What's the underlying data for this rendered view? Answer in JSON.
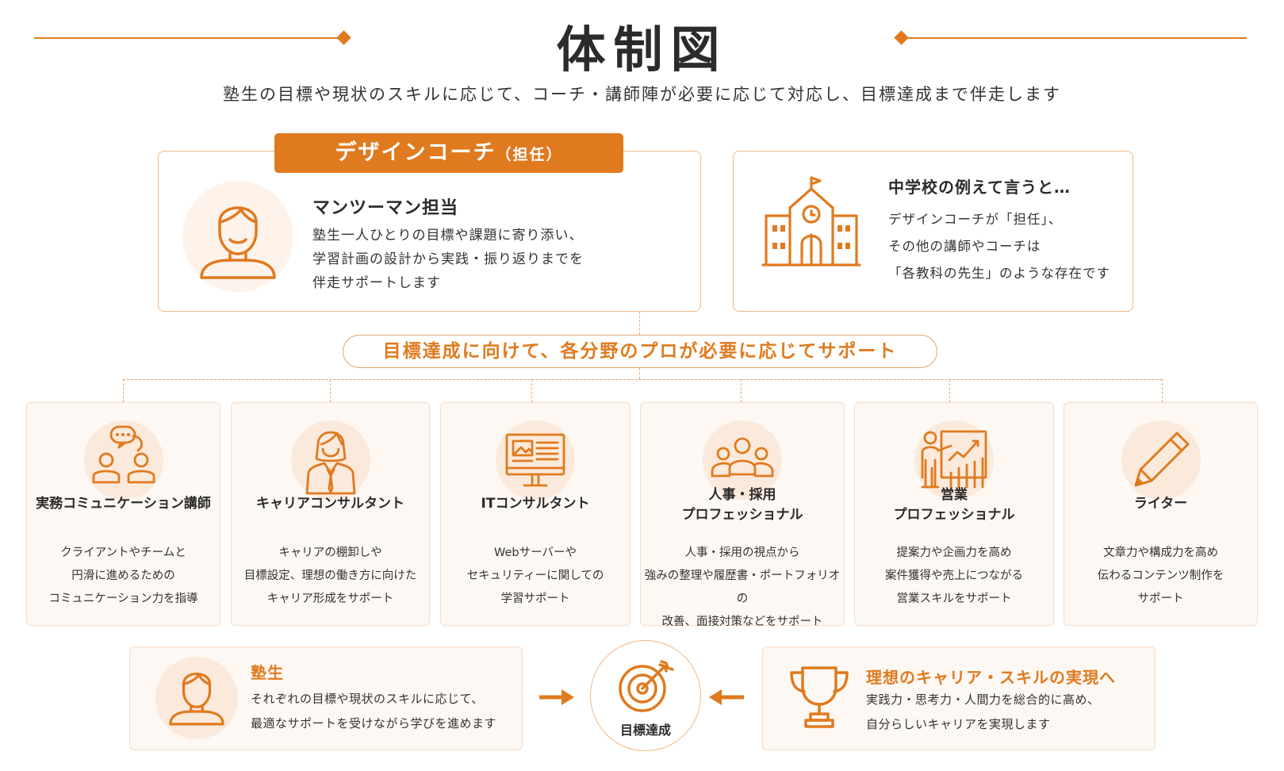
{
  "header": {
    "title": "体制図",
    "subtitle": "塾生の目標や現状のスキルに応じて、コーチ・講師陣が必要に応じて対応し、目標達成まで伴走します"
  },
  "coach_card": {
    "label": "デザインコーチ",
    "label_suffix": "（担任）",
    "heading": "マンツーマン担当",
    "body": [
      "塾生一人ひとりの目標や課題に寄り添い、",
      "学習計画の設計から実践・振り返りまでを",
      "伴走サポートします"
    ]
  },
  "school_card": {
    "heading": "中学校の例えて言うと…",
    "body": [
      "デザインコーチが「担任」、",
      "その他の講師やコーチは",
      "「各教科の先生」のような存在です"
    ]
  },
  "pill": "目標達成に向けて、各分野のプロが必要に応じてサポート",
  "roles": [
    {
      "title": [
        "実務コミュニケーション講師"
      ],
      "desc": [
        "クライアントやチームと",
        "円滑に進めるための",
        "コミュニケーション力を指導"
      ],
      "icon": "communication-icon"
    },
    {
      "title": [
        "キャリアコンサルタント"
      ],
      "desc": [
        "キャリアの棚卸しや",
        "目標設定、理想の働き方に向けた",
        "キャリア形成をサポート"
      ],
      "icon": "consultant-icon"
    },
    {
      "title": [
        "ITコンサルタント"
      ],
      "desc": [
        "Webサーバーや",
        "セキュリティーに関しての",
        "学習サポート"
      ],
      "icon": "monitor-icon"
    },
    {
      "title": [
        "人事・採用",
        "プロフェッショナル"
      ],
      "desc": [
        "人事・採用の視点から",
        "強みの整理や履歴書・ポートフォリオの",
        "改善、面接対策などをサポート"
      ],
      "icon": "team-icon"
    },
    {
      "title": [
        "営業",
        "プロフェッショナル"
      ],
      "desc": [
        "提案力や企画力を高め",
        "案件獲得や売上につながる",
        "営業スキルをサポート"
      ],
      "icon": "presentation-icon"
    },
    {
      "title": [
        "ライター"
      ],
      "desc": [
        "文章力や構成力を高め",
        "伝わるコンテンツ制作を",
        "サポート"
      ],
      "icon": "pencil-icon"
    }
  ],
  "student": {
    "heading": "塾生",
    "body": [
      "それぞれの目標や現状のスキルに応じて、",
      "最適なサポートを受けながら学びを進めます"
    ]
  },
  "goal": {
    "label": "目標達成"
  },
  "ideal": {
    "heading": "理想のキャリア・スキルの実現へ",
    "body": [
      "実践力・思考力・人間力を総合的に高め、",
      "自分らしいキャリアを実現します"
    ]
  },
  "colors": {
    "accent": "#e07a1f",
    "border": "#f0b98a",
    "card_bg": "#fdf8f3"
  }
}
